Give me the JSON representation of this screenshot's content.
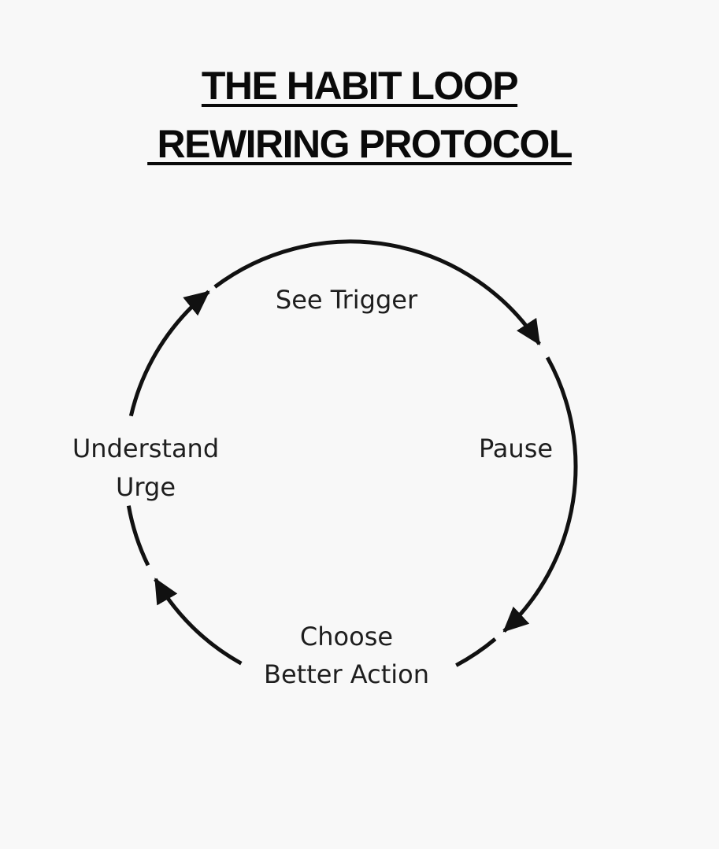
{
  "title": {
    "line1": "THE HABIT LOOP",
    "line2": " REWIRING PROTOCOL"
  },
  "steps": {
    "see_trigger": "See Trigger",
    "pause": "Pause",
    "choose_line1": "Choose",
    "choose_line2": "Better Action",
    "understand_line1": "Understand",
    "understand_line2": "Urge"
  },
  "colors": {
    "stroke": "#111111",
    "background": "#f8f8f8"
  }
}
